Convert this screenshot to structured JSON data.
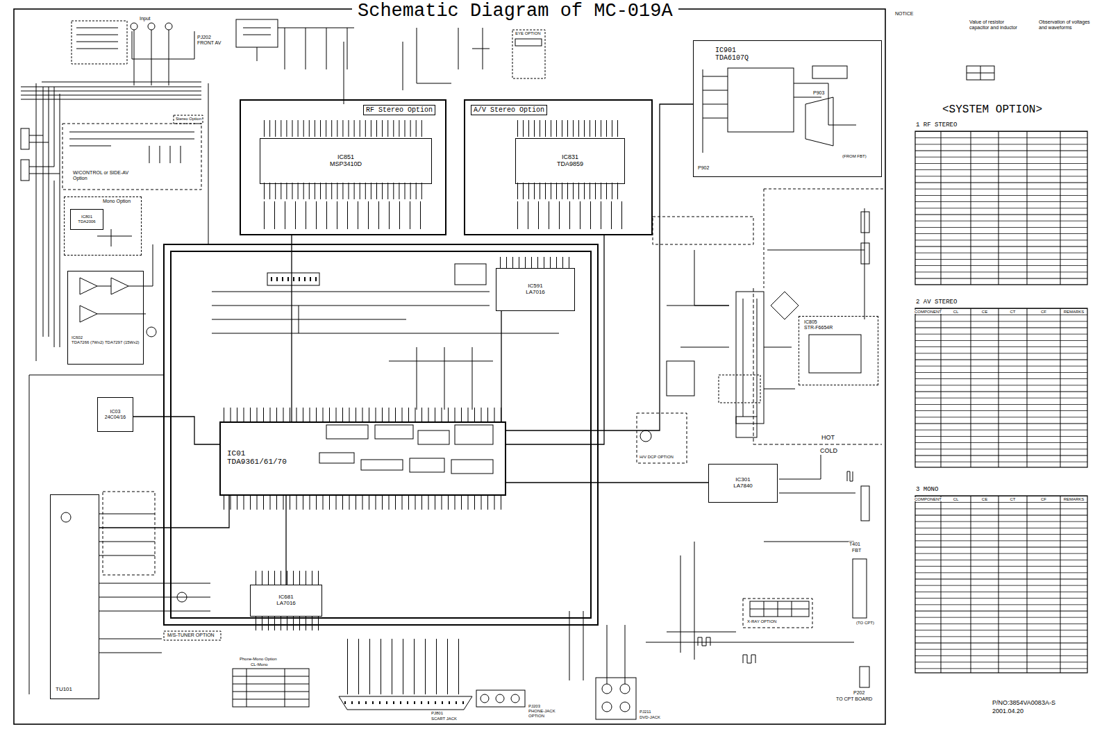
{
  "diagram": {
    "title": "Schematic Diagram of MC-019A",
    "nodes": [
      {
        "text": [
          "RF Stereo Option"
        ]
      },
      {
        "text": [
          "IC851",
          "MSP3410D"
        ],
        "in": 0
      },
      {
        "text": [
          "A/V Stereo Option"
        ]
      },
      {
        "text": [
          "IC831",
          "TDA9859"
        ],
        "in": 2
      },
      {
        "text": [
          "IC901",
          "TDA6107Q"
        ]
      },
      {
        "text": [
          "Mono Option"
        ]
      },
      {
        "text": [
          "IC801",
          "TDA2006"
        ],
        "in": 5
      },
      {
        "text": [
          "IC602",
          "TDA7266 (7Wx2) TDA7297 (15Wx2)"
        ]
      },
      {
        "text": [
          "IC591",
          "LA7016"
        ]
      },
      {
        "text": [
          "IC03",
          "24C04/16"
        ]
      },
      {
        "text": [
          "IC01",
          "TDA9361/61/70"
        ]
      },
      {
        "text": [
          "IC805",
          "STR-F6654R"
        ]
      },
      {
        "text": [
          "IC301",
          "LA7840"
        ]
      },
      {
        "text": [
          "IC681",
          "LA7016"
        ]
      },
      {
        "text": [
          "TU101"
        ]
      },
      {
        "text": [
          "1 RF STEREO"
        ]
      },
      {
        "text": [
          "2 AV STEREO"
        ]
      },
      {
        "text": [
          "3 MONO"
        ]
      }
    ],
    "edges": [
      {
        "from": 10,
        "to": 0,
        "arrow": "none"
      },
      {
        "from": 10,
        "to": 2,
        "arrow": "none"
      },
      {
        "from": 10,
        "to": 8,
        "arrow": "none"
      },
      {
        "from": 10,
        "to": 13,
        "arrow": "none"
      },
      {
        "from": 10,
        "to": 12,
        "arrow": "none"
      },
      {
        "from": 10,
        "to": 4,
        "arrow": "none"
      },
      {
        "from": 9,
        "to": 10,
        "arrow": "none"
      },
      {
        "from": 14,
        "to": 10,
        "arrow": "none"
      }
    ],
    "labels": [
      "PJ202",
      "FRONT AV",
      "Input",
      "EYE OPTION",
      "W/CONTROL or SIDE-AV Option",
      "Stereo Option",
      "NOTICE",
      "Value of resistor capacitor and inductor",
      "Observation of voltages and waveforms",
      "<SYSTEM OPTION>",
      "P903",
      "P902",
      "(FROM FBT)",
      "HOT",
      "COLD",
      "H/V DCP OPTION",
      "X-RAY OPTION",
      "M/S-TUNER OPTION",
      "T401",
      "FBT",
      "(TO CPT)",
      "P202",
      "TO CPT BOARD",
      "PJ801",
      "SCART JACK",
      "PJ203",
      "PHONE-JACK",
      "OPTION",
      "PJ211",
      "DVD-JACK",
      "Phone-Mono Option",
      "CL-Mono",
      "P/NO:3854VA0083A-S",
      "2001.04.20",
      "COMPONENT",
      "CL",
      "CE",
      "CT",
      "CF",
      "REMARKS",
      "COMPONENT",
      "CL",
      "CE",
      "CT",
      "CF",
      "REMARKS"
    ]
  }
}
